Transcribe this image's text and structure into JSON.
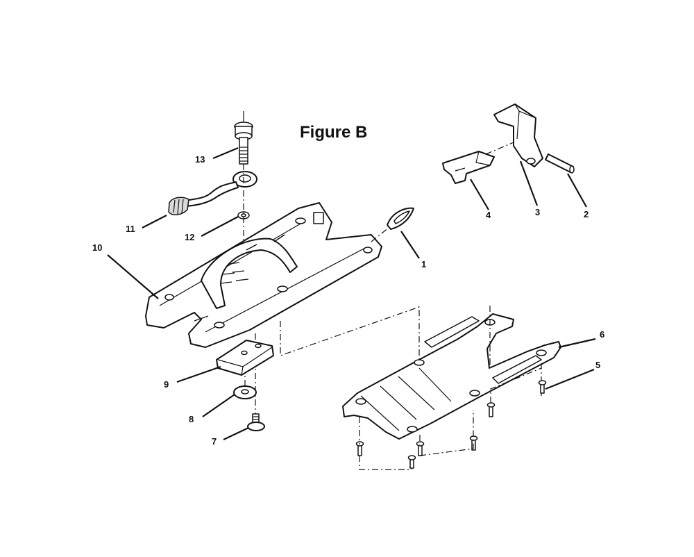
{
  "figure": {
    "title": "Figure   B",
    "callouts": [
      "1",
      "2",
      "3",
      "4",
      "5",
      "6",
      "7",
      "8",
      "9",
      "10",
      "11",
      "12",
      "13"
    ]
  }
}
